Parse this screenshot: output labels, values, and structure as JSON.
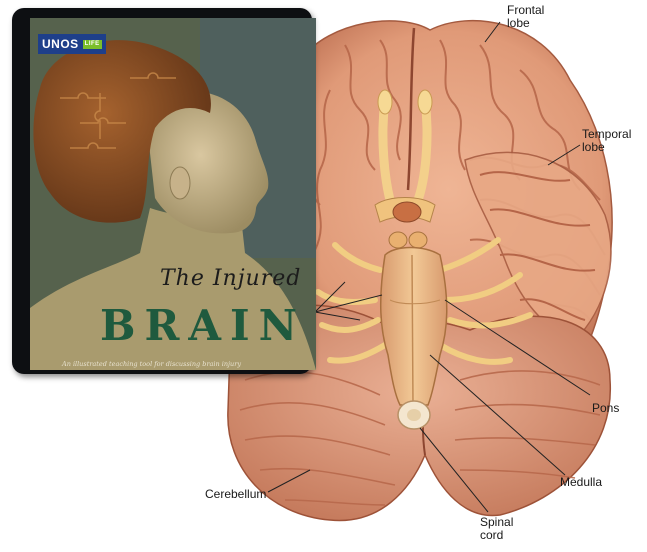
{
  "book": {
    "logo_text": "UNOS",
    "logo_badge": "LIFE",
    "title_script": "The Injured",
    "title_main": "BRAIN",
    "subtitle": "An illustrated teaching tool for discussing brain injury"
  },
  "labels": {
    "frontal": [
      "Frontal",
      "lobe"
    ],
    "temporal": [
      "Temporal",
      "lobe"
    ],
    "pons": "Pons",
    "medulla": "Medulla",
    "cerebellum": "Cerebellum",
    "spinal": [
      "Spinal",
      "cord"
    ]
  },
  "colors": {
    "brain": "#e3a07f",
    "brain_shadow": "#b96a4e",
    "brainstem": "#e9b98a",
    "nerve": "#f2cf85",
    "cover_green": "#1f5a3e",
    "binder": "#0d0f12"
  }
}
